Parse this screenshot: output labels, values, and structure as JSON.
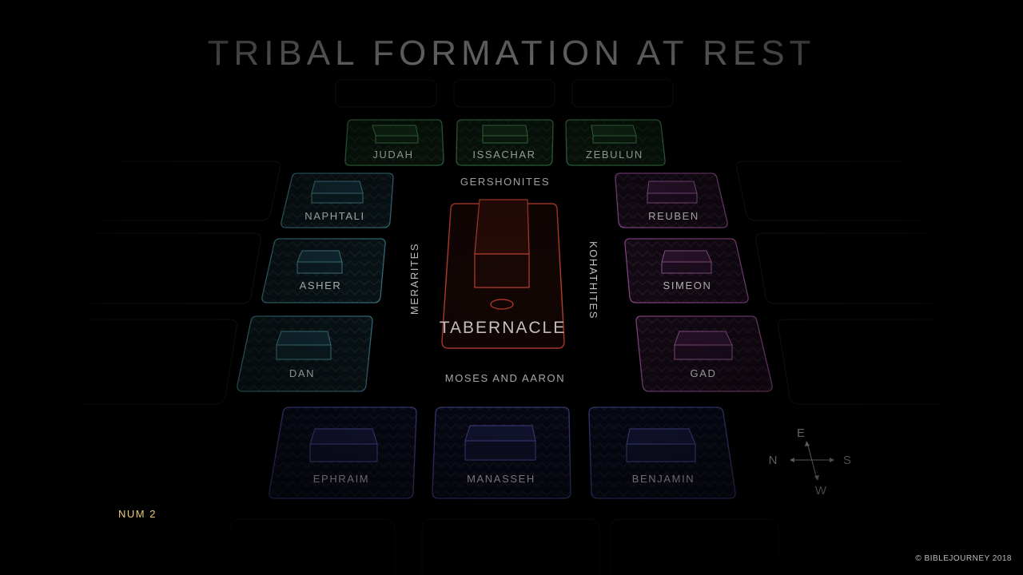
{
  "title": "TRIBAL FORMATION AT REST",
  "center": {
    "tabernacle": "TABERNACLE",
    "levites": {
      "top": "GERSHONITES",
      "left": "MERARITES",
      "right": "KOHATHITES",
      "bottom": "MOSES AND AARON"
    }
  },
  "tribes": {
    "judah": "JUDAH",
    "issachar": "ISSACHAR",
    "zebulun": "ZEBULUN",
    "naphtali": "NAPHTALI",
    "asher": "ASHER",
    "dan": "DAN",
    "reuben": "REUBEN",
    "simeon": "SIMEON",
    "gad": "GAD",
    "ephraim": "EPHRAIM",
    "manasseh": "MANASSEH",
    "benjamin": "BENJAMIN"
  },
  "compass": {
    "e": "E",
    "n": "N",
    "s": "S",
    "w": "W"
  },
  "reference": "NUM 2",
  "copyright": "© BIBLEJOURNEY 2018",
  "colors": {
    "green": "#3f8a4f",
    "teal": "#3f7f8f",
    "purple": "#9a4f9a",
    "blue": "#4a4fa8",
    "tabernacle": "#c4422e"
  }
}
